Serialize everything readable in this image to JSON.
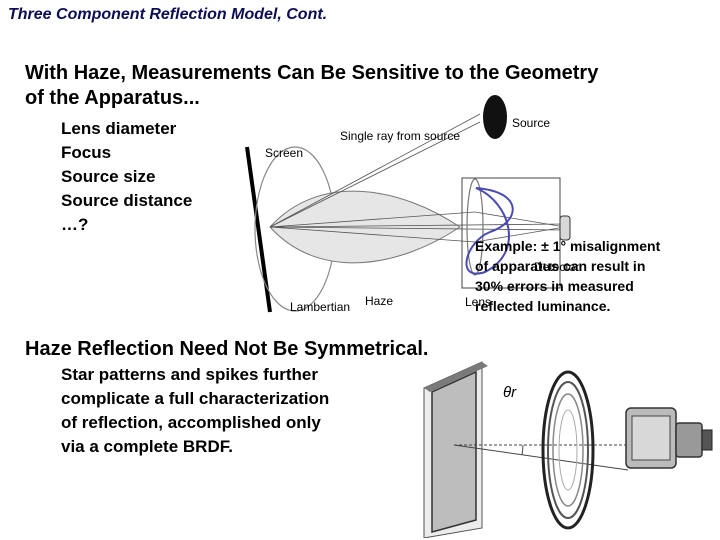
{
  "slide": {
    "title": "Three Component Reflection Model, Cont.",
    "heading_1": "With Haze, Measurements Can Be Sensitive to the Geometry of the Apparatus...",
    "bullets_1": [
      "Lens diameter",
      "Focus",
      "Source size",
      "Source distance",
      "…?"
    ],
    "heading_2": "Haze Reflection Need Not Be Symmetrical.",
    "bullets_2": [
      "Star patterns and spikes further",
      "complicate a full characterization",
      "of reflection, accomplished only",
      "via a complete BRDF."
    ],
    "annotation": [
      "Example: ± 1° misalignment",
      "of apparatus can result in",
      "30% errors in measured",
      "reflected luminance."
    ]
  },
  "diagram_1": {
    "labels": {
      "source": "Source",
      "single_ray": "Single ray from source",
      "screen": "Screen",
      "lambertian": "Lambertian",
      "haze": "Haze",
      "lens": "Lens",
      "detector": "Detector"
    }
  },
  "diagram_2": {
    "labels": {
      "theta": "θr"
    }
  }
}
